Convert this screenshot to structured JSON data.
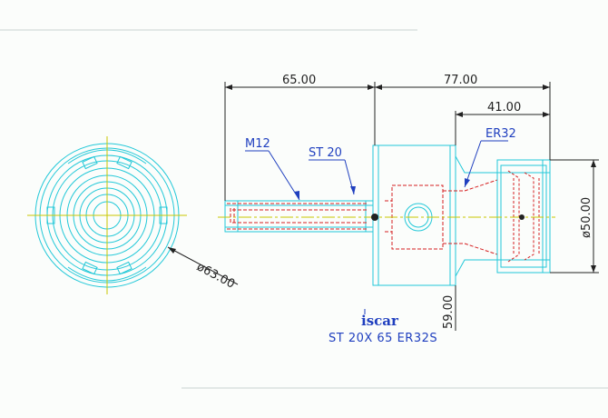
{
  "drawing": {
    "dimensions": {
      "length_left": "65.00",
      "length_right": "77.00",
      "length_nut": "41.00",
      "diameter_body": "ø63.00",
      "diameter_nut": "ø50.00",
      "height": "59.00"
    },
    "callouts": {
      "thread": "M12",
      "shank": "ST 20",
      "collet": "ER32"
    },
    "brand": "iscar",
    "product_code": "ST 20X 65 ER32S"
  },
  "colors": {
    "outline": "#22c8d8",
    "hidden": "#d62020",
    "center": "#c8c800",
    "dimension": "#222222",
    "callout": "#1f3fbf",
    "border": "#b8c4c4"
  }
}
